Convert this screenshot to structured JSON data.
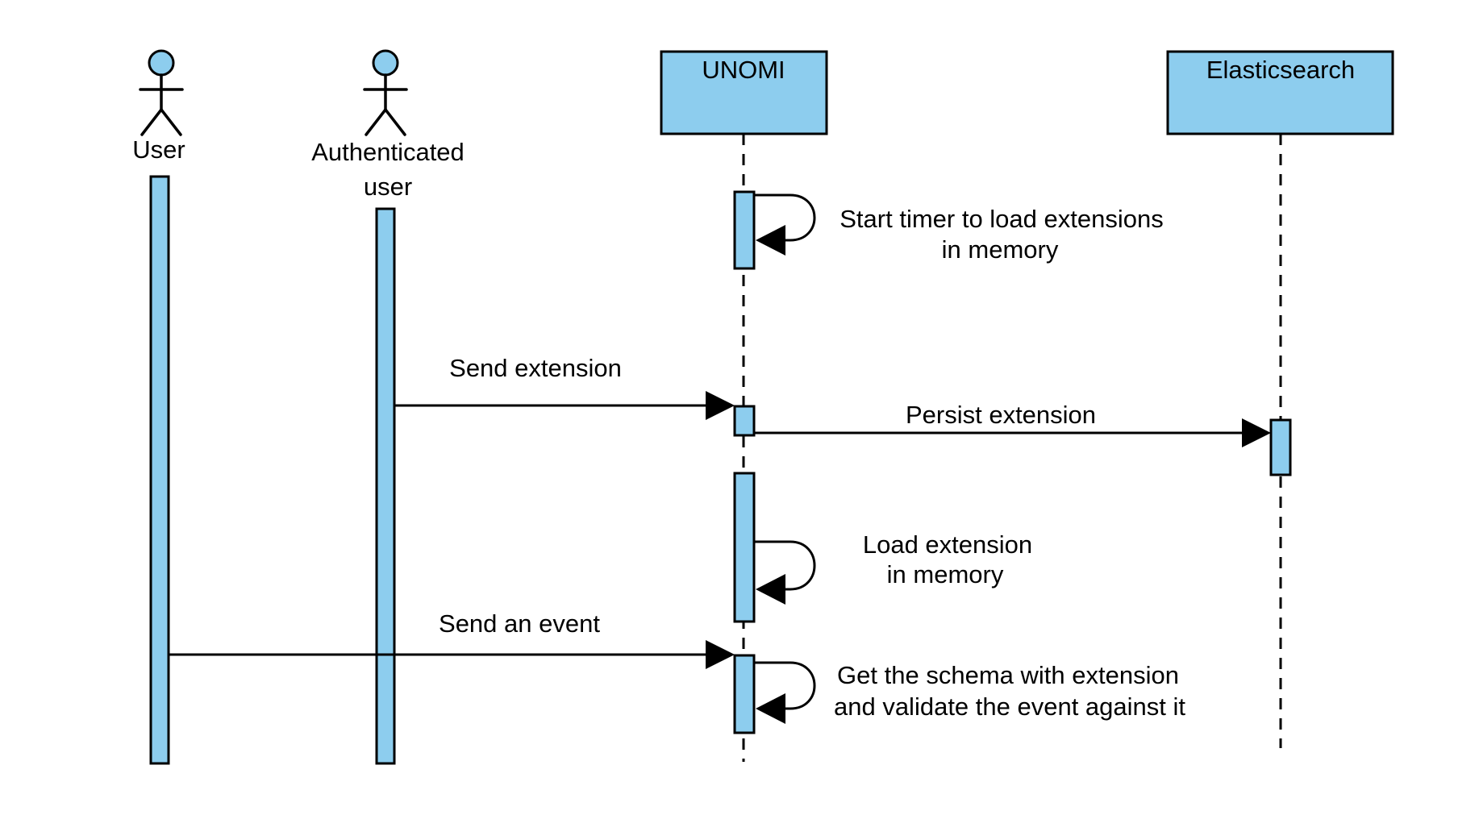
{
  "diagram_type": "uml-sequence-diagram",
  "colors": {
    "shape_fill": "#8DCDEE",
    "line": "#000000",
    "background": "#FFFFFF"
  },
  "actors": [
    {
      "label": "User",
      "lines": [
        "User"
      ]
    },
    {
      "label": "Authenticated user",
      "lines": [
        "Authenticated",
        "user"
      ]
    }
  ],
  "participants": [
    {
      "label": "UNOMI"
    },
    {
      "label": "Elasticsearch"
    }
  ],
  "messages": [
    {
      "kind": "self",
      "on": "UNOMI",
      "lines": [
        "Start timer to load extensions",
        "in memory"
      ]
    },
    {
      "kind": "message",
      "from": "Authenticated user",
      "to": "UNOMI",
      "lines": [
        "Send extension"
      ]
    },
    {
      "kind": "message",
      "from": "UNOMI",
      "to": "Elasticsearch",
      "lines": [
        "Persist extension"
      ]
    },
    {
      "kind": "self",
      "on": "UNOMI",
      "lines": [
        "Load extension",
        "in memory"
      ]
    },
    {
      "kind": "message",
      "from": "User",
      "to": "UNOMI",
      "lines": [
        "Send an event"
      ]
    },
    {
      "kind": "self",
      "on": "UNOMI",
      "lines": [
        "Get the schema with extension",
        "and validate the event against it"
      ]
    }
  ]
}
